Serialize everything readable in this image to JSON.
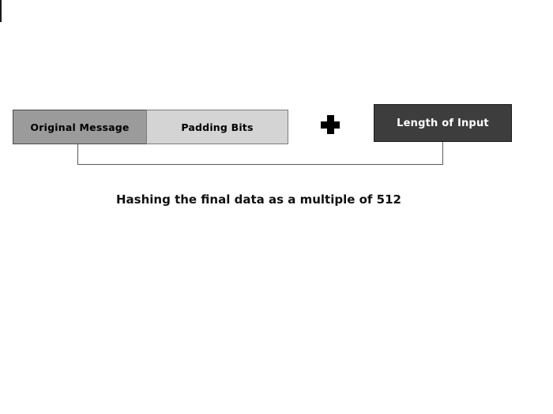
{
  "diagram": {
    "title_caption": "Hashing the final data as a multiple of 512",
    "background_color": "#ffffff",
    "blocks": [
      {
        "id": "original-message",
        "label": "Original Message",
        "fill": "#9b9b9b",
        "text_color": "#000000"
      },
      {
        "id": "padding-bits",
        "label": "Padding Bits",
        "fill": "#d4d4d4",
        "text_color": "#000000"
      },
      {
        "id": "length-of-input",
        "label": "Length of Input",
        "fill": "#3d3d3d",
        "text_color": "#ffffff"
      }
    ],
    "operator": {
      "name": "plus-icon",
      "symbol": "+",
      "color": "#000000"
    },
    "connector": {
      "color": "#5a5a5a",
      "stub_color": "#1a1a1a"
    }
  }
}
